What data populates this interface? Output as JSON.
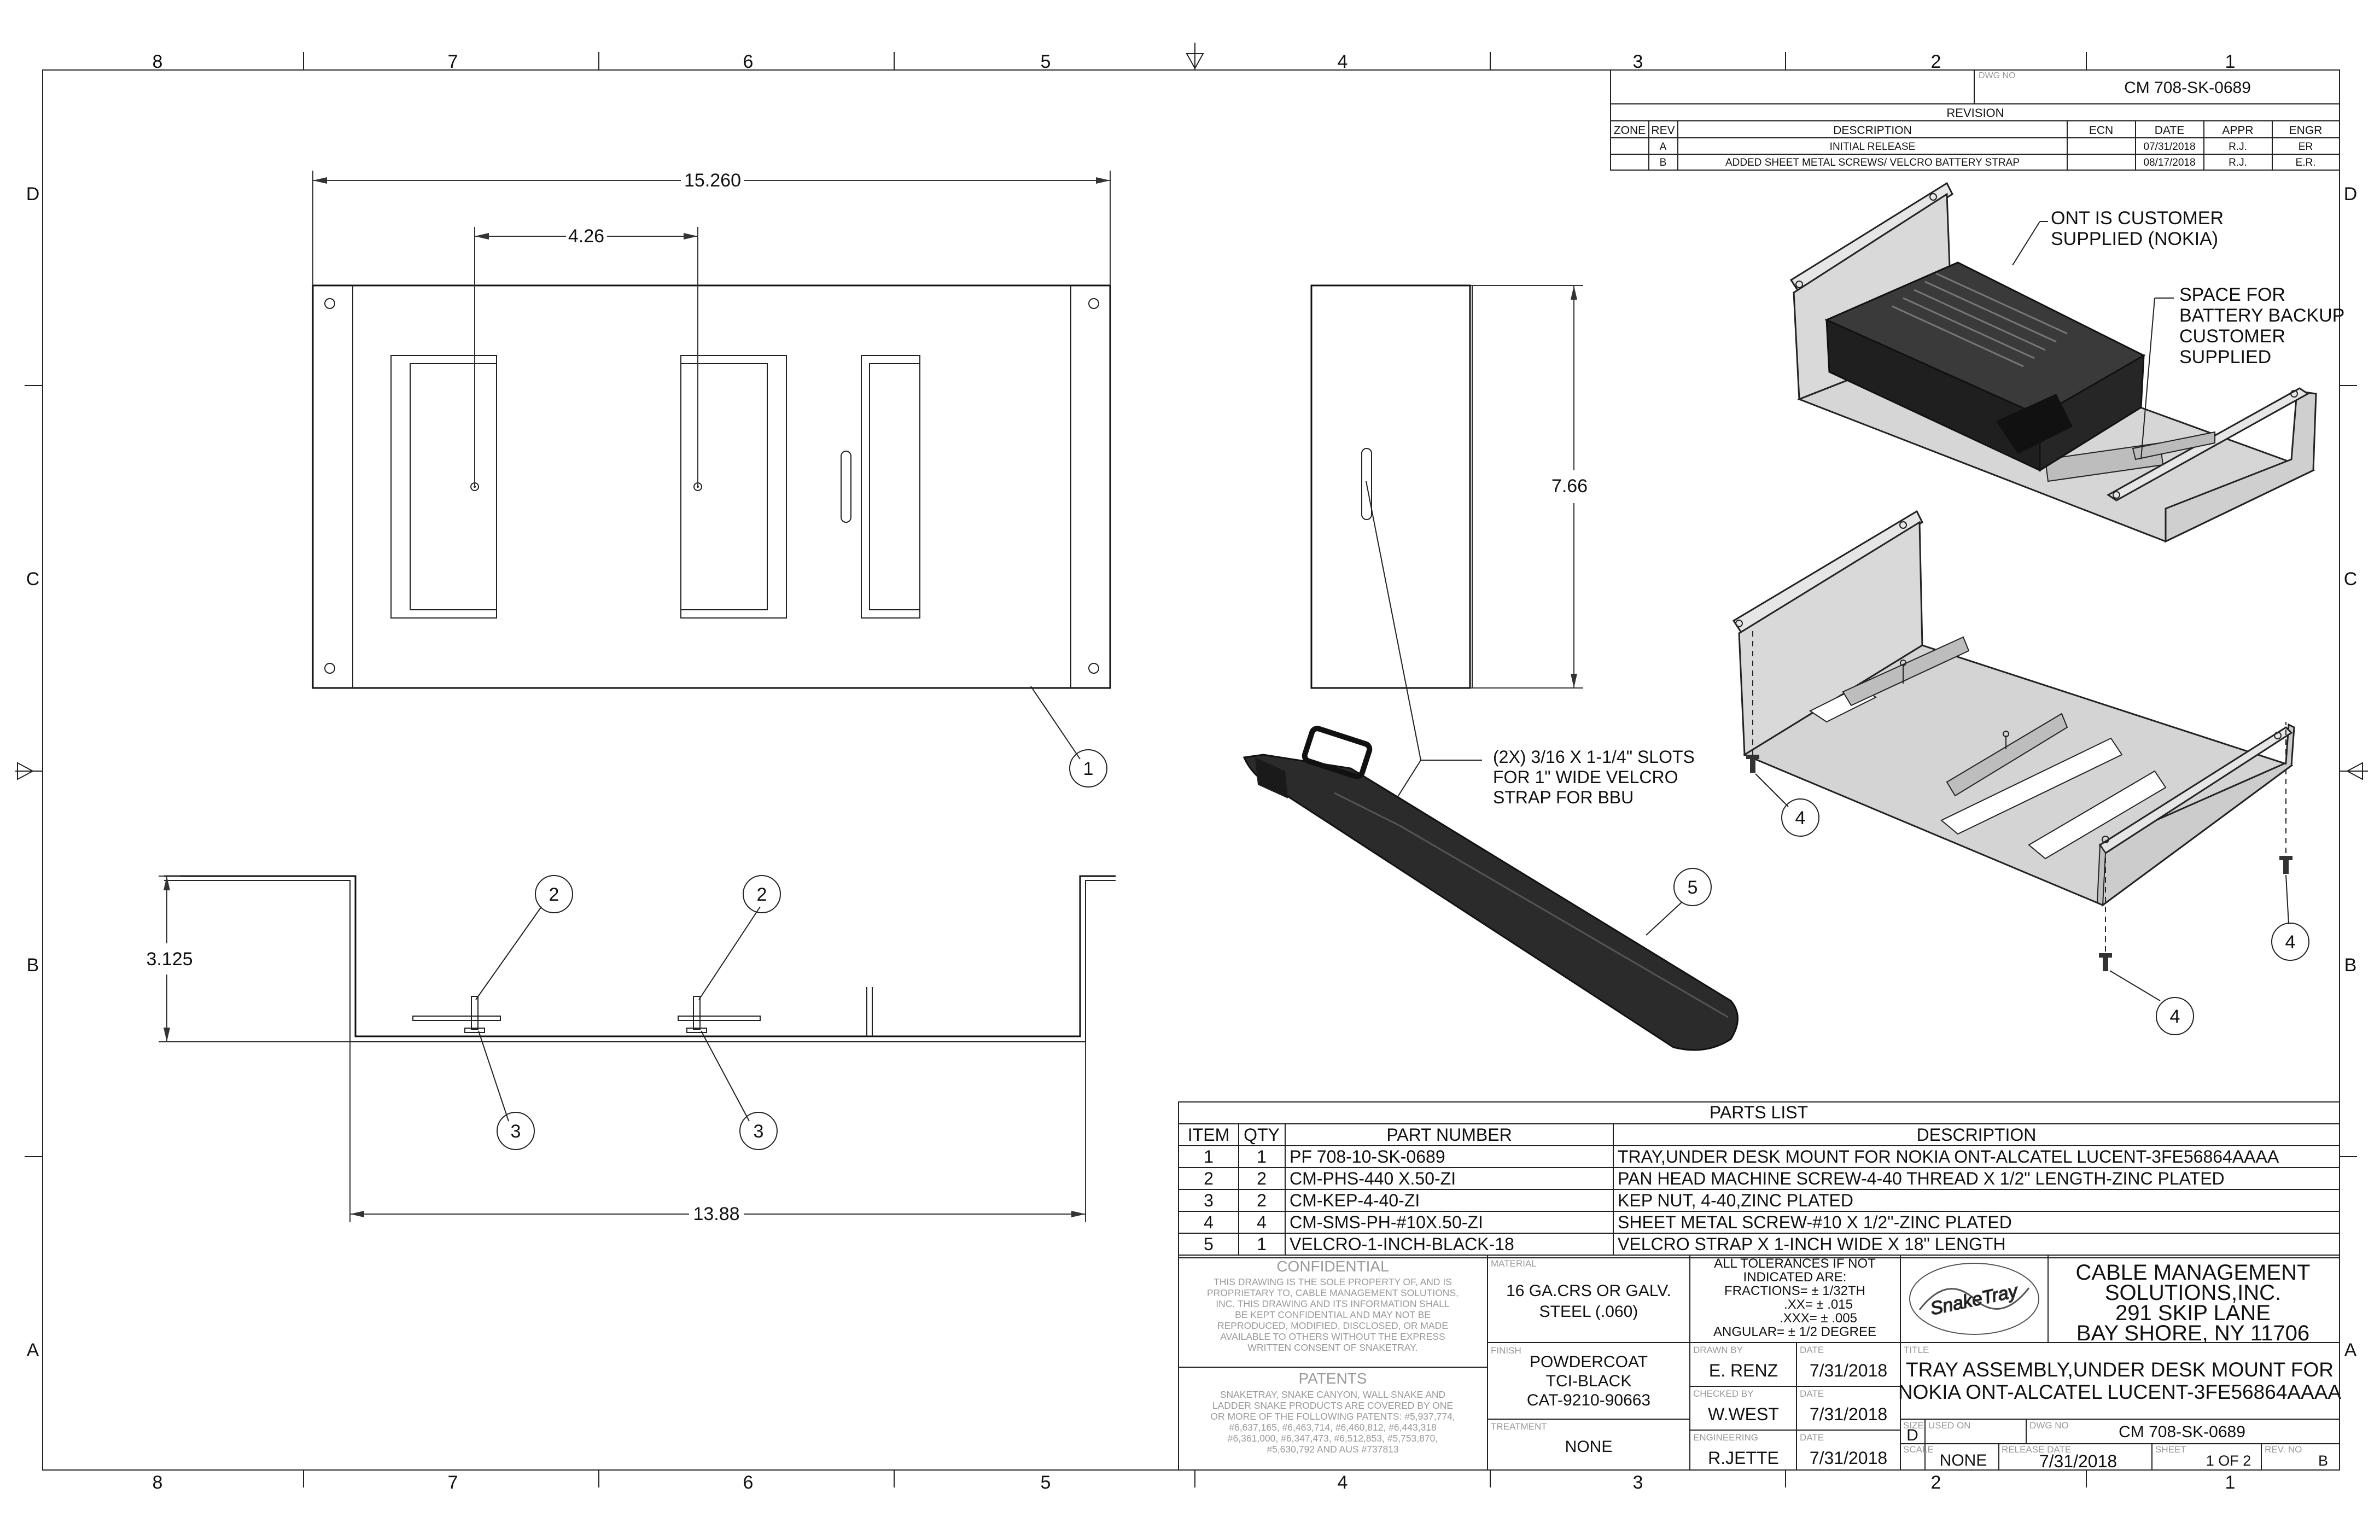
{
  "zones": {
    "columns": [
      "8",
      "7",
      "6",
      "5",
      "4",
      "3",
      "2",
      "1"
    ],
    "rows": [
      "D",
      "C",
      "B",
      "A"
    ]
  },
  "title_block_top": {
    "dwg_no_label": "DWG NO",
    "dwg_no": "CM 708-SK-0689",
    "revision_title": "REVISION",
    "headers": [
      "ZONE",
      "REV",
      "DESCRIPTION",
      "ECN",
      "DATE",
      "APPR",
      "ENGR"
    ],
    "rows": [
      [
        "",
        "A",
        "INITIAL RELEASE",
        "",
        "07/31/2018",
        "R.J.",
        "ER"
      ],
      [
        "",
        "B",
        "ADDED SHEET METAL SCREWS/ VELCRO BATTERY STRAP",
        "",
        "08/17/2018",
        "R.J.",
        "E.R."
      ]
    ]
  },
  "dimensions": {
    "overall_width": "15.260",
    "hole_spacing": "4.26",
    "height": "7.66",
    "flange_height": "3.125",
    "inner_width": "13.88"
  },
  "callouts": {
    "balloons": [
      "1",
      "2",
      "2",
      "3",
      "3",
      "5",
      "4",
      "4",
      "4"
    ],
    "ont_note": [
      "ONT IS CUSTOMER",
      "SUPPLIED (NOKIA)"
    ],
    "battery_note": [
      "SPACE FOR",
      "BATTERY BACKUP",
      "CUSTOMER",
      "SUPPLIED"
    ],
    "slot_note": [
      "(2X)  3/16 X 1-1/4\" SLOTS",
      "FOR 1\" WIDE VELCRO",
      "STRAP FOR BBU"
    ]
  },
  "parts_list": {
    "title": "PARTS LIST",
    "headers": [
      "ITEM",
      "QTY",
      "PART NUMBER",
      "DESCRIPTION"
    ],
    "rows": [
      [
        "1",
        "1",
        "PF 708-10-SK-0689",
        "TRAY,UNDER DESK MOUNT FOR NOKIA ONT-ALCATEL LUCENT-3FE56864AAAA"
      ],
      [
        "2",
        "2",
        "CM-PHS-440 X.50-ZI",
        "PAN HEAD MACHINE SCREW-4-40 THREAD X 1/2\" LENGTH-ZINC PLATED"
      ],
      [
        "3",
        "2",
        "CM-KEP-4-40-ZI",
        "KEP NUT, 4-40,ZINC PLATED"
      ],
      [
        "4",
        "4",
        "CM-SMS-PH-#10X.50-ZI",
        "SHEET METAL SCREW-#10 X 1/2\"-ZINC PLATED"
      ],
      [
        "5",
        "1",
        "VELCRO-1-INCH-BLACK-18",
        "VELCRO STRAP X 1-INCH WIDE X 18\" LENGTH"
      ]
    ]
  },
  "title_block": {
    "confidential_title": "CONFIDENTIAL",
    "confidential_text": [
      "THIS DRAWING IS THE SOLE PROPERTY OF, AND IS",
      "PROPRIETARY TO, CABLE MANAGEMENT SOLUTIONS,",
      "INC. THIS DRAWING AND ITS INFORMATION SHALL",
      "BE KEPT CONFIDENTIAL AND MAY NOT BE",
      "REPRODUCED, MODIFIED, DISCLOSED, OR MADE",
      "AVAILABLE TO OTHERS WITHOUT THE EXPRESS",
      "WRITTEN CONSENT OF SNAKETRAY."
    ],
    "patents_title": "PATENTS",
    "patents_text": [
      "SNAKETRAY, SNAKE CANYON, WALL SNAKE AND",
      "LADDER SNAKE PRODUCTS ARE COVERED BY ONE",
      "OR MORE OF THE FOLLOWING PATENTS: #5,937,774,",
      "#6,637,165, #6,463,714, #6,460,812, #6,443,318",
      "#6,361,000, #6,347,473, #6,512,853, #5,753,870,",
      "#5,630,792 AND AUS #737813"
    ],
    "material_label": "MATERIAL",
    "material": [
      "16 GA.CRS OR GALV.",
      "STEEL (.060)"
    ],
    "finish_label": "FINISH",
    "finish": [
      "POWDERCOAT",
      "TCI-BLACK",
      "CAT-9210-90663"
    ],
    "treatment_label": "TREATMENT",
    "treatment": "NONE",
    "tolerances": [
      "ALL TOLERANCES IF NOT",
      "INDICATED ARE:",
      "FRACTIONS= ± 1/32TH",
      ".XX= ± .015",
      ".XXX= ± .005",
      "ANGULAR= ± 1/2 DEGREE"
    ],
    "drawn_by_label": "DRAWN BY",
    "drawn_by": "E. RENZ",
    "checked_by_label": "CHECKED BY",
    "checked_by": "W.WEST",
    "engineering_label": "ENGINEERING",
    "engineering": "R.JETTE",
    "date_label": "DATE",
    "date_drawn": "7/31/2018",
    "date_checked": "7/31/2018",
    "date_eng": "7/31/2018",
    "logo_text": "SnakeTray",
    "company": [
      "CABLE MANAGEMENT",
      "SOLUTIONS,INC.",
      "291 SKIP LANE",
      "BAY SHORE, NY 11706"
    ],
    "title_label": "TITLE",
    "title": [
      "TRAY ASSEMBLY,UNDER DESK MOUNT FOR",
      "NOKIA ONT-ALCATEL LUCENT-3FE56864AAAA"
    ],
    "size_label": "SIZE",
    "size": "D",
    "used_on_label": "USED ON",
    "dwg_no_label": "DWG NO",
    "dwg_no": "CM 708-SK-0689",
    "scale_label": "SCALE",
    "scale": "NONE",
    "release_date_label": "RELEASE DATE",
    "release_date": "7/31/2018",
    "sheet_label": "SHEET",
    "sheet": "1 OF 2",
    "rev_no_label": "REV. NO",
    "rev_no": "B"
  }
}
